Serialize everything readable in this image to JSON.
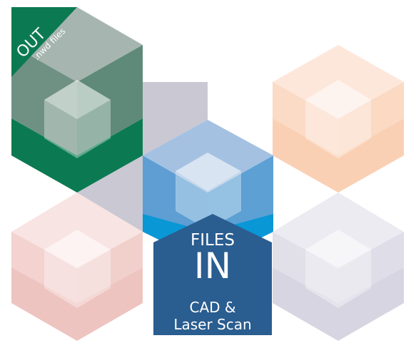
{
  "labels": {
    "out_title": "OUT",
    "out_subtitle": ".nwd files",
    "files_word": "FILES",
    "in_word": "IN",
    "cad_line1": "CAD &",
    "cad_line2": "Laser Scan"
  },
  "colors": {
    "out_green": "#0b7a52",
    "in_blue": "#2a5d90",
    "blue_cube_bottom": "#0a97d6",
    "connector": "#c9c8d3"
  },
  "cubes": [
    {
      "name": "green-cube",
      "top": "#a6b5b0",
      "left": "#6f9183",
      "right": "#5f8a79",
      "bottom": "#0b7a52"
    },
    {
      "name": "blue-cube",
      "top": "#a4c1e1",
      "left": "#5e9ed3",
      "right": "#5ca0d4",
      "bottom": "#0a97d6"
    },
    {
      "name": "peach-cube",
      "top": "#fde7db",
      "left": "#fbdac6",
      "right": "#fbd9c3",
      "bottom": "#fad0b4"
    },
    {
      "name": "pink-cube",
      "top": "#f8e4e2",
      "left": "#f3d2cf",
      "right": "#f1d0cc",
      "bottom": "#eec4c0"
    },
    {
      "name": "lavender-cube",
      "top": "#ecebf1",
      "left": "#e1dfe8",
      "right": "#dfdde7",
      "bottom": "#d7d5e1"
    }
  ]
}
